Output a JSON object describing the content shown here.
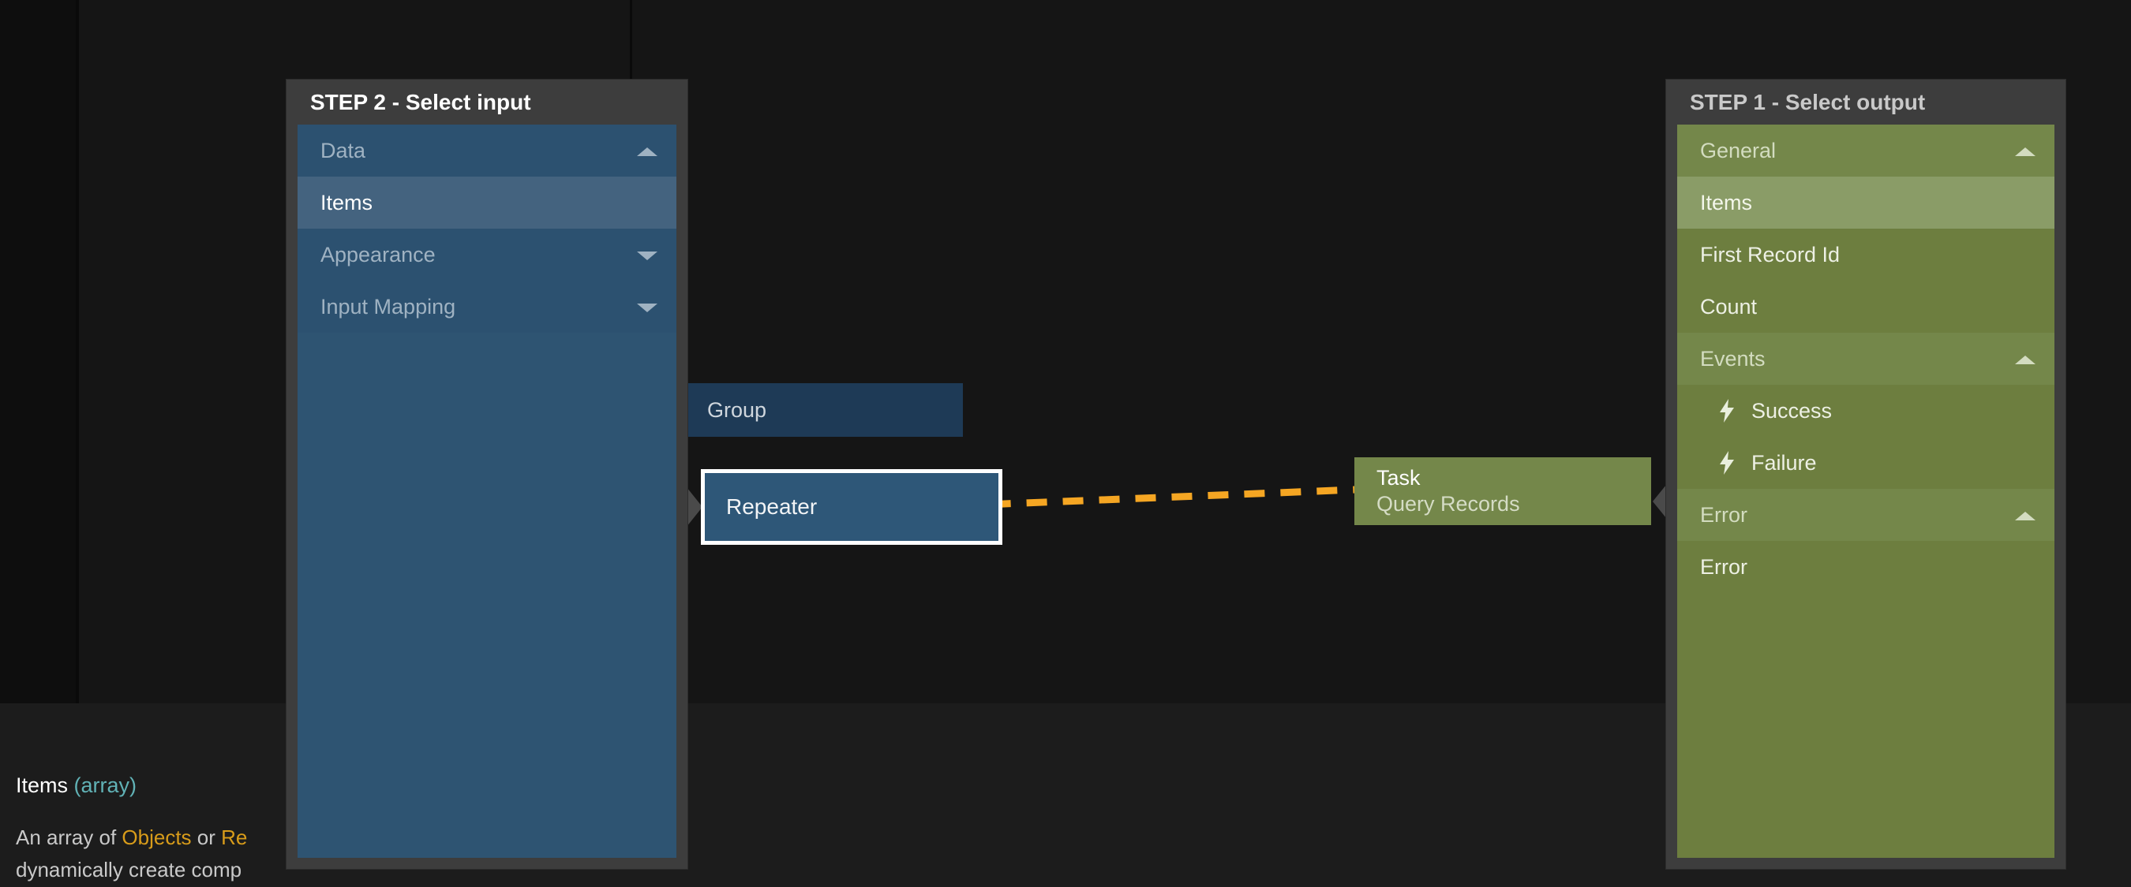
{
  "canvas": {
    "nodes": [
      {
        "id": "group",
        "label": "Group",
        "type": "group-node"
      },
      {
        "id": "repeater",
        "label": "Repeater",
        "type": "repeater-node",
        "selected": true
      },
      {
        "id": "task",
        "title": "Task",
        "subtitle": "Query Records",
        "type": "task-node"
      }
    ],
    "connector": {
      "style": "dashed",
      "color": "#f5a623",
      "direction": "right-to-left",
      "from_node": "task",
      "to_node": "repeater"
    }
  },
  "input_panel": {
    "header": "STEP 2 - Select input",
    "accent": "#2e5472",
    "rows": [
      {
        "label": "Data",
        "kind": "group",
        "expanded": true,
        "chevron": "chevron-up-icon"
      },
      {
        "label": "Items",
        "kind": "selected"
      },
      {
        "label": "Appearance",
        "kind": "group",
        "expanded": false,
        "chevron": "chevron-down-icon"
      },
      {
        "label": "Input Mapping",
        "kind": "group",
        "expanded": false,
        "chevron": "chevron-down-icon"
      }
    ]
  },
  "output_panel": {
    "header": "STEP 1 - Select output",
    "accent": "#6d7e3f",
    "rows": [
      {
        "label": "General",
        "kind": "group",
        "expanded": true,
        "chevron": "chevron-up-icon"
      },
      {
        "label": "Items",
        "kind": "selected"
      },
      {
        "label": "First Record Id",
        "kind": "leaf"
      },
      {
        "label": "Count",
        "kind": "leaf"
      },
      {
        "label": "Events",
        "kind": "group",
        "expanded": true,
        "chevron": "chevron-up-icon"
      },
      {
        "label": "Success",
        "kind": "leaf",
        "child": true,
        "icon": "lightning-bolt-icon"
      },
      {
        "label": "Failure",
        "kind": "leaf",
        "child": true,
        "icon": "lightning-bolt-icon"
      },
      {
        "label": "Error",
        "kind": "group",
        "expanded": true,
        "chevron": "chevron-up-icon"
      },
      {
        "label": "Error",
        "kind": "leaf"
      }
    ]
  },
  "tooltip": {
    "name": "Items",
    "type": "(array)",
    "line1_pre": "An array of ",
    "line1_link1": "Objects",
    "line1_mid": " or ",
    "line1_link2": "Re",
    "line2": "dynamically create comp"
  }
}
